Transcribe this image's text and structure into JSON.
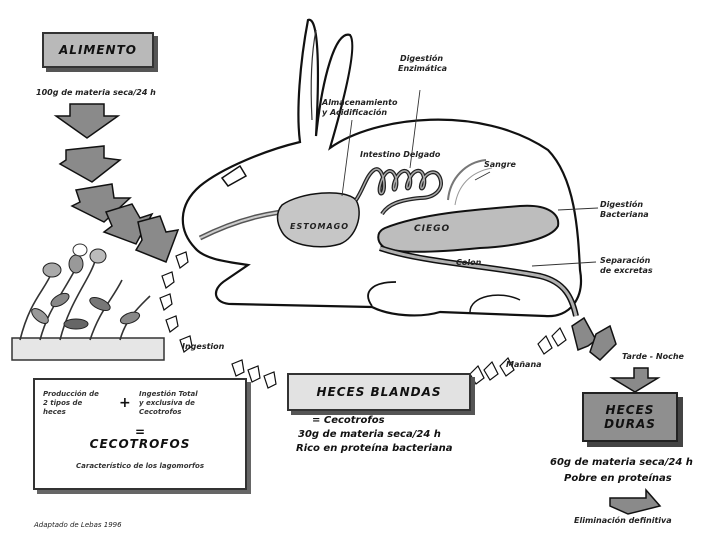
{
  "alimento": {
    "title": "ALIMENTO",
    "intake": "100g de materia seca/24 h"
  },
  "organs": {
    "estomago": "ESTOMAGO",
    "ciego": "CIEGO",
    "colon": "Colon",
    "intestino": "Intestino Delgado",
    "sangre": "Sangre"
  },
  "processes": {
    "almacenamiento": [
      "Almacenamiento",
      "y Acidificación"
    ],
    "digestion_enzimatica": [
      "Digestión",
      "Enzimática"
    ],
    "digestion_bacteriana": [
      "Digestión",
      "Bacteriana"
    ],
    "separacion": [
      "Separación",
      "de excretas"
    ]
  },
  "timing": {
    "ingestion": "Ingestion",
    "manana": "Mañana",
    "tarde_noche": "Tarde - Noche"
  },
  "heces_blandas": {
    "title": "HECES BLANDAS",
    "line1": "= Cecotrofos",
    "line2": "30g de materia seca/24 h",
    "line3": "Rico en proteína bacteriana"
  },
  "heces_duras": {
    "title1": "HECES",
    "title2": "DURAS",
    "line1": "60g de materia seca/24 h",
    "line2": "Pobre en proteínas",
    "elimination": "Eliminación definitiva"
  },
  "cecotrofos_box": {
    "left": [
      "Producción de",
      "2 tipos de",
      "heces"
    ],
    "plus": "+",
    "right": [
      "Ingestión Total",
      "y exclusiva de",
      "Cecotrofos"
    ],
    "equals": "=",
    "title": "CECOTROFOS",
    "subtitle": "Característico de los lagomorfos"
  },
  "credit": "Adaptado de Lebas 1996",
  "colors": {
    "arrow_fill": "#8a8a8a",
    "organ_fill": "#c6c6c6",
    "box_alimento": "#b9b9b9",
    "box_duras": "#8f8f8f"
  }
}
